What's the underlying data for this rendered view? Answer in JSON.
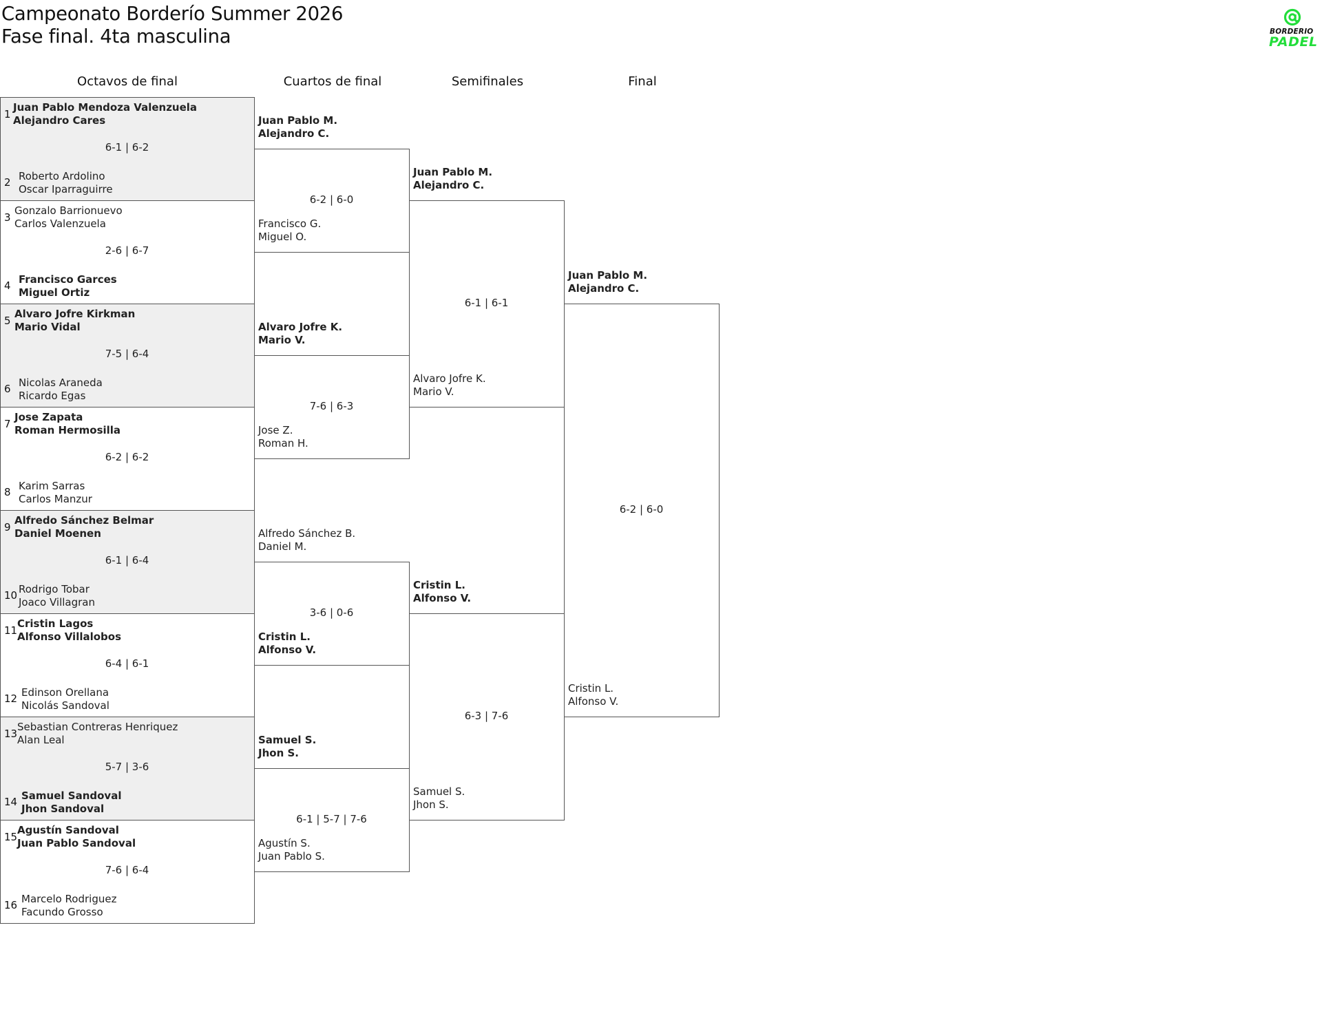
{
  "header": {
    "title_line1": "Campeonato Borderío Summer 2026",
    "title_line2": "Fase final. 4ta masculina"
  },
  "logo": {
    "icon": "at-sign-icon",
    "word1": "BORDERIO",
    "word2": "PADEL",
    "accent_color": "#22dd3a"
  },
  "rounds": [
    "Octavos de final",
    "Cuartos de final",
    "Semifinales",
    "Final"
  ],
  "r16": [
    {
      "top": {
        "seed": "1",
        "p1": "Juan Pablo Mendoza Valenzuela",
        "p2": "Alejandro Cares"
      },
      "bottom": {
        "seed": "2",
        "p1": "Roberto Ardolino",
        "p2": "Oscar Iparraguirre"
      },
      "score": "6-1 | 6-2",
      "winner": "top",
      "shaded": true
    },
    {
      "top": {
        "seed": "3",
        "p1": "Gonzalo Barrionuevo",
        "p2": "Carlos Valenzuela"
      },
      "bottom": {
        "seed": "4",
        "p1": "Francisco Garces",
        "p2": "Miguel Ortiz"
      },
      "score": "2-6 | 6-7",
      "winner": "bottom",
      "shaded": false
    },
    {
      "top": {
        "seed": "5",
        "p1": "Alvaro Jofre Kirkman",
        "p2": "Mario Vidal"
      },
      "bottom": {
        "seed": "6",
        "p1": "Nicolas Araneda",
        "p2": "Ricardo Egas"
      },
      "score": "7-5 | 6-4",
      "winner": "top",
      "shaded": true
    },
    {
      "top": {
        "seed": "7",
        "p1": "Jose Zapata",
        "p2": "Roman Hermosilla"
      },
      "bottom": {
        "seed": "8",
        "p1": "Karim Sarras",
        "p2": "Carlos Manzur"
      },
      "score": "6-2 | 6-2",
      "winner": "top",
      "shaded": false
    },
    {
      "top": {
        "seed": "9",
        "p1": "Alfredo Sánchez Belmar",
        "p2": "Daniel Moenen"
      },
      "bottom": {
        "seed": "10",
        "p1": "Rodrigo Tobar",
        "p2": "Joaco Villagran"
      },
      "score": "6-1 | 6-4",
      "winner": "top",
      "shaded": true
    },
    {
      "top": {
        "seed": "11",
        "p1": "Cristin Lagos",
        "p2": "Alfonso Villalobos"
      },
      "bottom": {
        "seed": "12",
        "p1": "Edinson Orellana",
        "p2": "Nicolás Sandoval"
      },
      "score": "6-4 | 6-1",
      "winner": "top",
      "shaded": false
    },
    {
      "top": {
        "seed": "13",
        "p1": "Sebastian Contreras Henriquez",
        "p2": "Alan Leal"
      },
      "bottom": {
        "seed": "14",
        "p1": "Samuel Sandoval",
        "p2": "Jhon Sandoval"
      },
      "score": "5-7 | 3-6",
      "winner": "bottom",
      "shaded": true
    },
    {
      "top": {
        "seed": "15",
        "p1": "Agustín Sandoval",
        "p2": "Juan Pablo Sandoval"
      },
      "bottom": {
        "seed": "16",
        "p1": "Marcelo Rodriguez",
        "p2": "Facundo Grosso"
      },
      "score": "7-6 | 6-4",
      "winner": "top",
      "shaded": false
    }
  ],
  "qf": [
    {
      "top": {
        "p1": "Juan Pablo M.",
        "p2": "Alejandro C."
      },
      "bottom": {
        "p1": "Francisco G.",
        "p2": "Miguel O."
      },
      "score": "6-2 | 6-0",
      "winner": "top"
    },
    {
      "top": {
        "p1": "Alvaro Jofre K.",
        "p2": "Mario V."
      },
      "bottom": {
        "p1": "Jose Z.",
        "p2": "Roman H."
      },
      "score": "7-6 | 6-3",
      "winner": "top"
    },
    {
      "top": {
        "p1": "Alfredo Sánchez B.",
        "p2": "Daniel M."
      },
      "bottom": {
        "p1": "Cristin L.",
        "p2": "Alfonso V."
      },
      "score": "3-6 | 0-6",
      "winner": "bottom"
    },
    {
      "top": {
        "p1": "Samuel S.",
        "p2": "Jhon S."
      },
      "bottom": {
        "p1": "Agustín S.",
        "p2": "Juan Pablo S."
      },
      "score": "6-1 | 5-7 | 7-6",
      "winner": "top"
    }
  ],
  "sf": [
    {
      "top": {
        "p1": "Juan Pablo M.",
        "p2": "Alejandro C."
      },
      "bottom": {
        "p1": "Alvaro Jofre K.",
        "p2": "Mario V."
      },
      "score": "6-1 | 6-1",
      "winner": "top"
    },
    {
      "top": {
        "p1": "Cristin L.",
        "p2": "Alfonso V."
      },
      "bottom": {
        "p1": "Samuel S.",
        "p2": "Jhon S."
      },
      "score": "6-3 | 7-6",
      "winner": "top"
    }
  ],
  "final": [
    {
      "top": {
        "p1": "Juan Pablo M.",
        "p2": "Alejandro C."
      },
      "bottom": {
        "p1": "Cristin L.",
        "p2": "Alfonso V."
      },
      "score": "6-2 | 6-0",
      "winner": "top"
    }
  ]
}
